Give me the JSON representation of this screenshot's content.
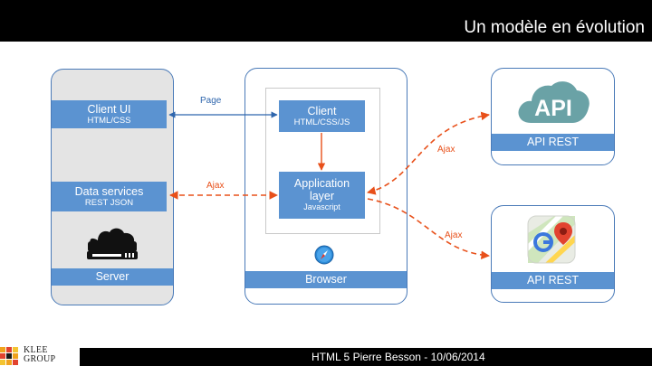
{
  "header": {
    "title": "Un modèle en évolution"
  },
  "footer": {
    "text": "HTML 5 Pierre Besson -  10/06/2014"
  },
  "logo": {
    "line1": "KLEE",
    "line2": "GROUP"
  },
  "server": {
    "client_ui": {
      "title": "Client UI",
      "subtitle": "HTML/CSS"
    },
    "data_services": {
      "title": "Data services",
      "subtitle": "REST JSON"
    },
    "label": "Server",
    "icon": "server-icon"
  },
  "browser": {
    "client": {
      "title": "Client",
      "subtitle": "HTML/CSS/JS"
    },
    "app_layer": {
      "title_line1": "Application",
      "title_line2": "layer",
      "subtitle": "Javascript"
    },
    "label": "Browser",
    "icon": "compass-icon"
  },
  "api_top": {
    "logo_text": "API",
    "label": "API REST",
    "icon": "cloud-api-icon"
  },
  "api_bottom": {
    "label": "API REST",
    "icon": "maps-icon"
  },
  "connections": {
    "page": "Page",
    "ajax_server": "Ajax",
    "ajax_api_top": "Ajax",
    "ajax_api_bottom": "Ajax"
  },
  "colors": {
    "box": "#5b93d1",
    "border": "#4a7ab8",
    "page_arrow": "#2f66ad",
    "ajax_arrow": "#e8501a",
    "cloud": "#6aa2a6"
  }
}
